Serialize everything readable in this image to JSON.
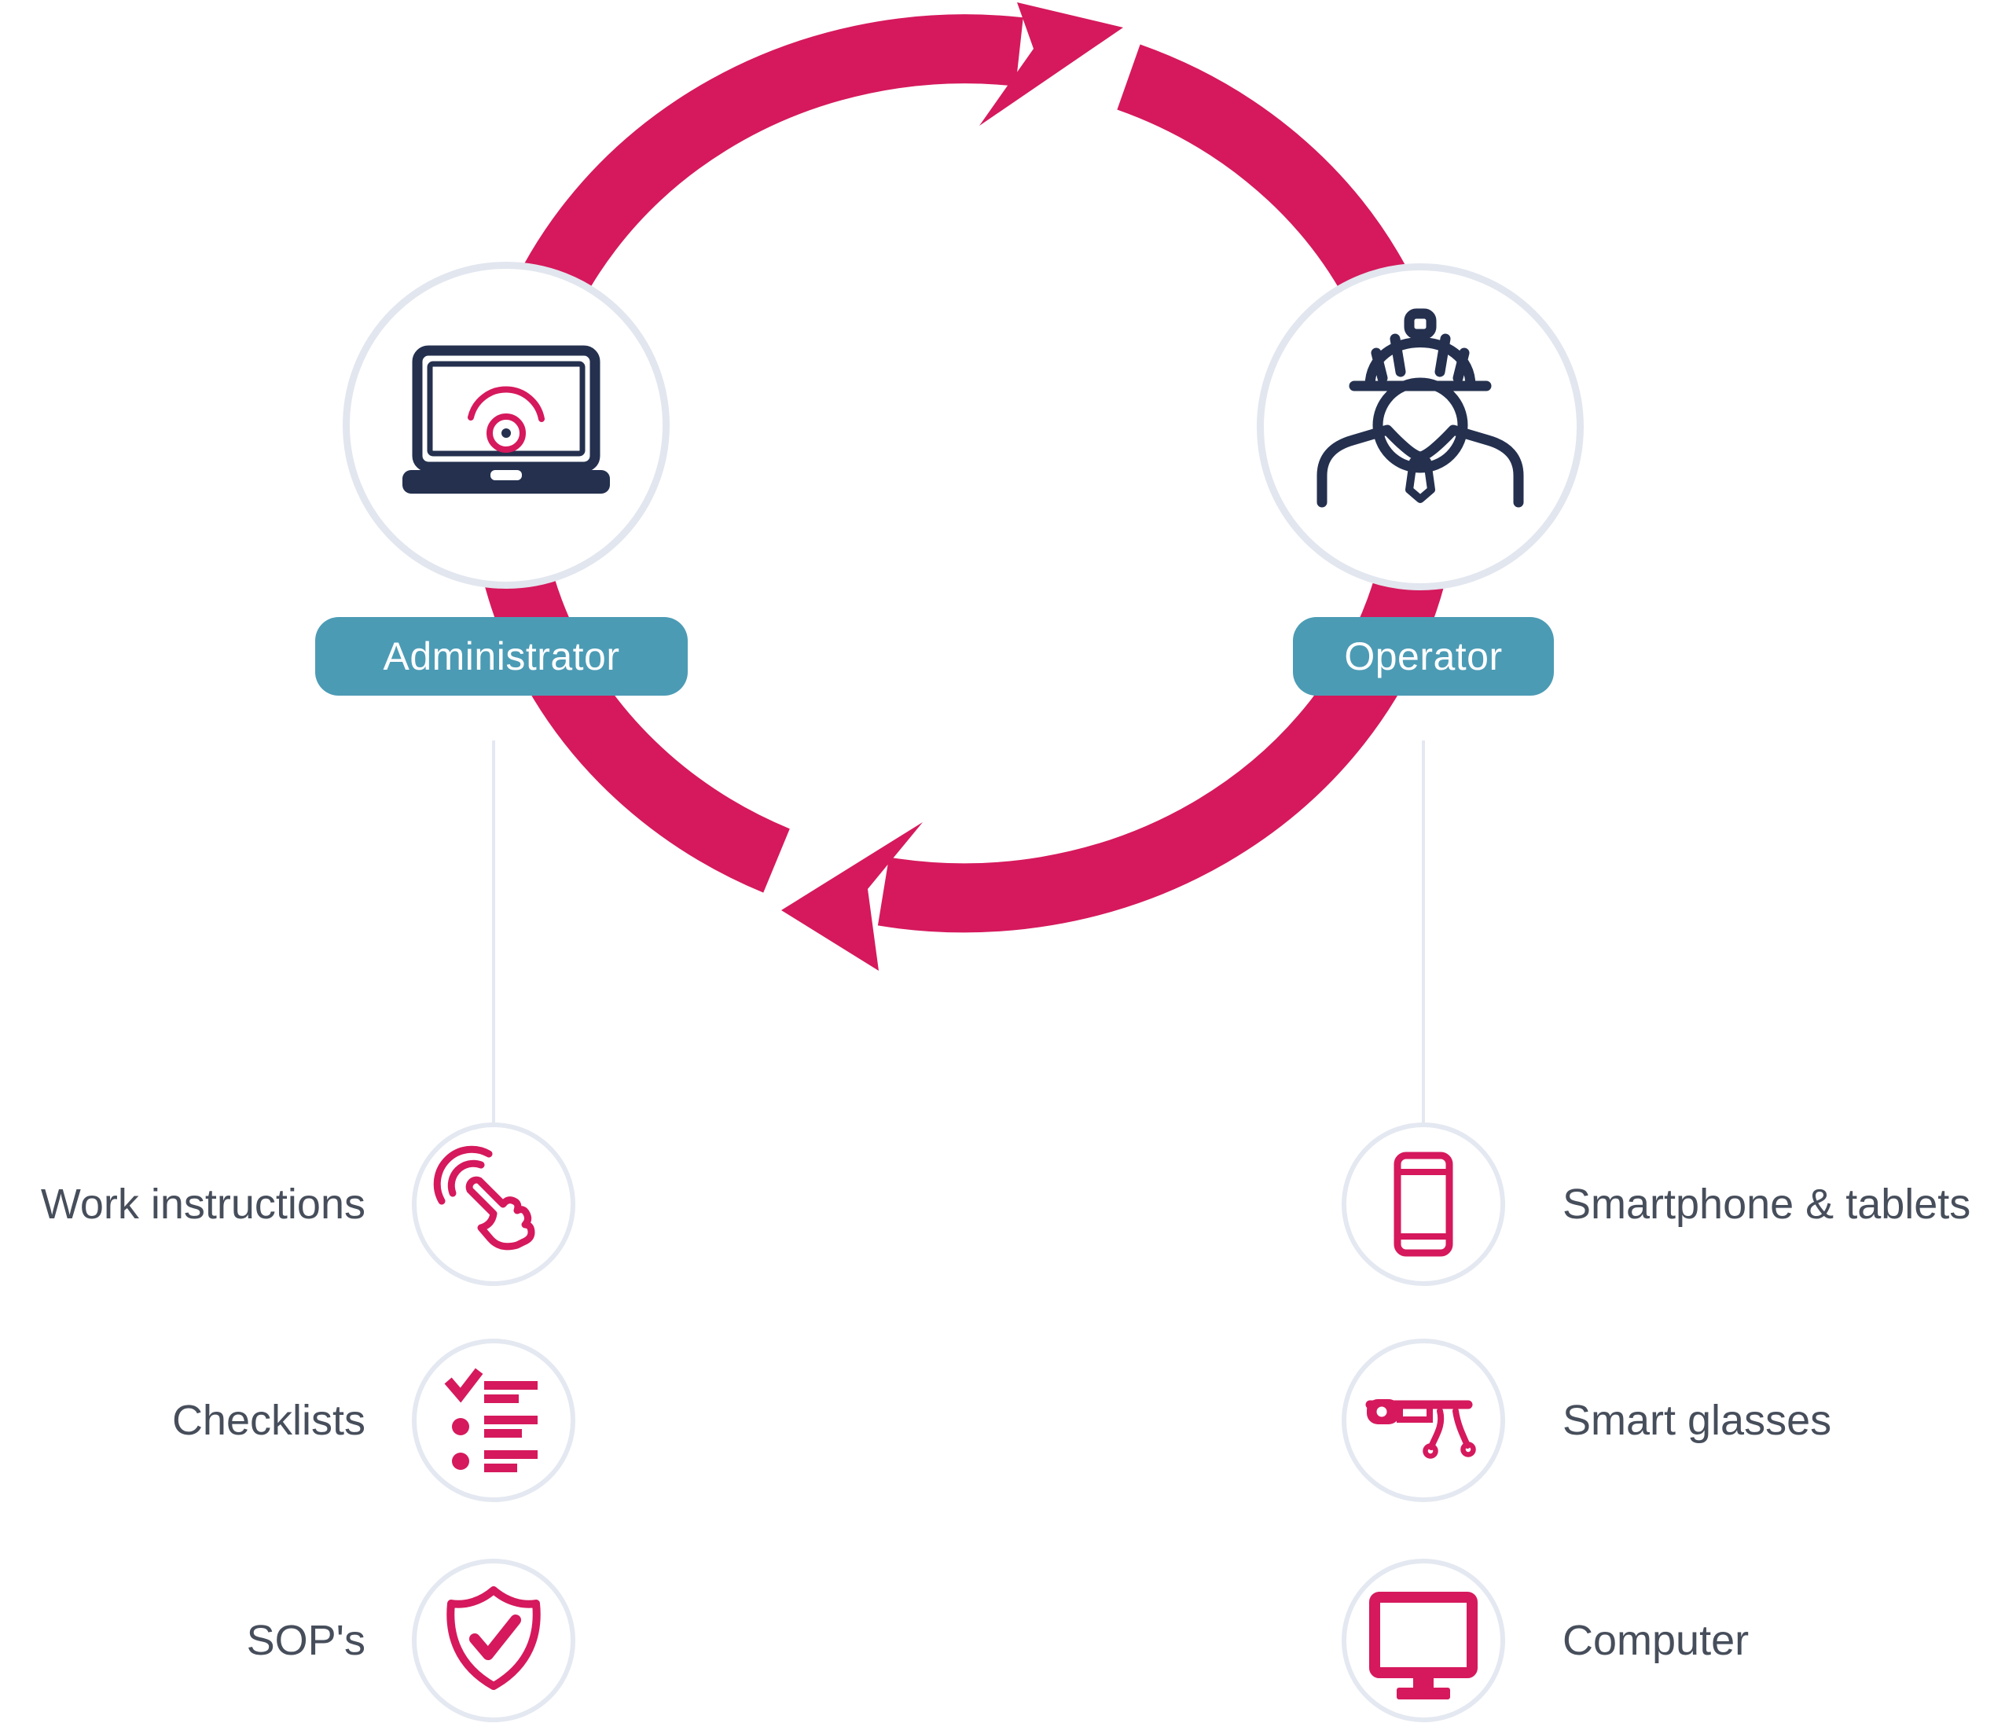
{
  "cycle": {
    "direction": "clockwise",
    "roles": [
      {
        "label": "Administrator",
        "icon": "laptop-monitoring-icon"
      },
      {
        "label": "Operator",
        "icon": "worker-hardhat-icon"
      }
    ]
  },
  "administrator_items": [
    {
      "label": "Work instructions",
      "icon": "tap-hand-icon"
    },
    {
      "label": "Checklists",
      "icon": "checklist-icon"
    },
    {
      "label": "SOP's",
      "icon": "shield-check-icon"
    }
  ],
  "operator_items": [
    {
      "label": "Smartphone & tablets",
      "icon": "smartphone-icon"
    },
    {
      "label": "Smart glasses",
      "icon": "smart-glasses-icon"
    },
    {
      "label": "Computer",
      "icon": "computer-monitor-icon"
    }
  ],
  "colors": {
    "accent_pink": "#D5195C",
    "label_teal": "#4C9BB5",
    "icon_navy": "#24304E",
    "text_gray": "#474E5B",
    "circle_border": "#E4E8F1"
  }
}
